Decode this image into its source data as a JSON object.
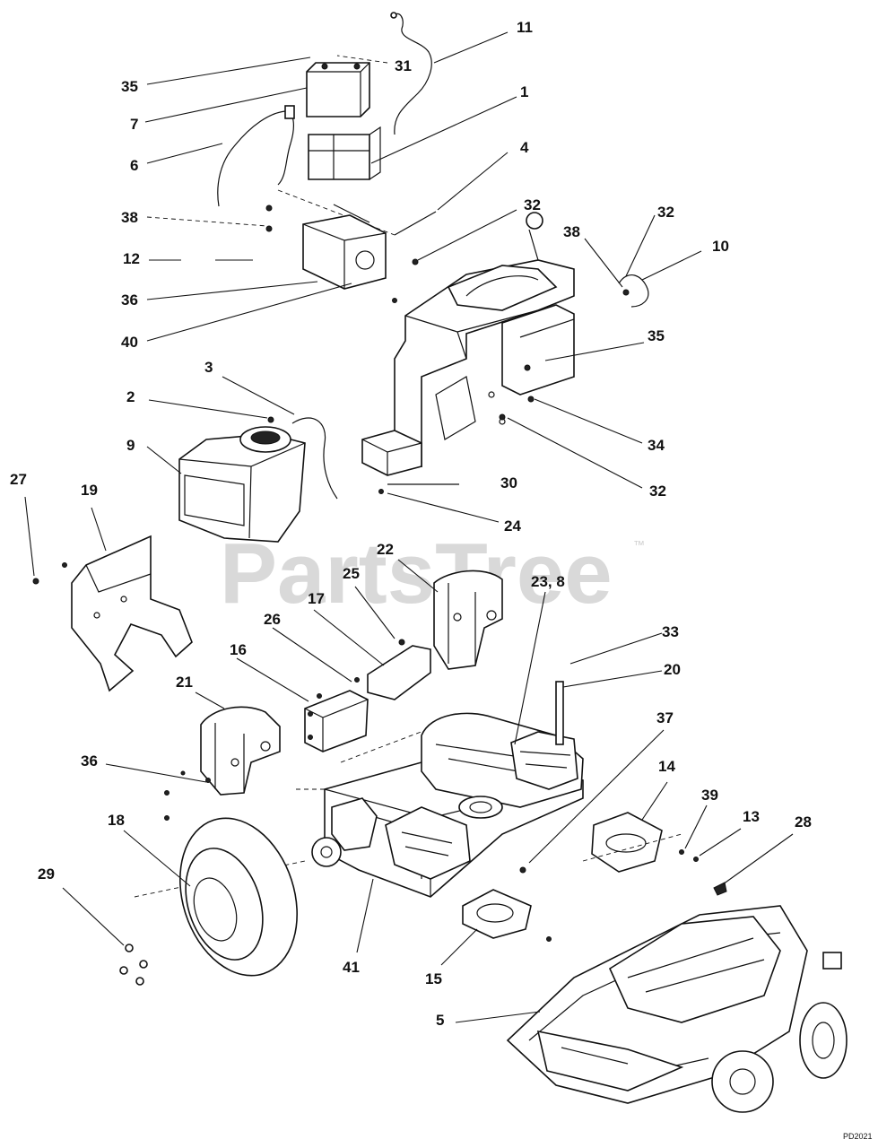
{
  "watermark": "PartsTree",
  "watermark_tm": "™",
  "drawing_code": "PD2021",
  "callouts": [
    {
      "id": "c11",
      "text": "11"
    },
    {
      "id": "c31",
      "text": "31"
    },
    {
      "id": "c35a",
      "text": "35"
    },
    {
      "id": "c1",
      "text": "1"
    },
    {
      "id": "c7",
      "text": "7"
    },
    {
      "id": "c6",
      "text": "6"
    },
    {
      "id": "c4",
      "text": "4"
    },
    {
      "id": "c38a",
      "text": "38"
    },
    {
      "id": "c32a",
      "text": "32"
    },
    {
      "id": "c32b",
      "text": "32"
    },
    {
      "id": "c12",
      "text": "12"
    },
    {
      "id": "c38b",
      "text": "38"
    },
    {
      "id": "c10",
      "text": "10"
    },
    {
      "id": "c36a",
      "text": "36"
    },
    {
      "id": "c40",
      "text": "40"
    },
    {
      "id": "c35b",
      "text": "35"
    },
    {
      "id": "c3",
      "text": "3"
    },
    {
      "id": "c2",
      "text": "2"
    },
    {
      "id": "c34",
      "text": "34"
    },
    {
      "id": "c9",
      "text": "9"
    },
    {
      "id": "c30",
      "text": "30"
    },
    {
      "id": "c32c",
      "text": "32"
    },
    {
      "id": "c27",
      "text": "27"
    },
    {
      "id": "c19",
      "text": "19"
    },
    {
      "id": "c24",
      "text": "24"
    },
    {
      "id": "c22",
      "text": "22"
    },
    {
      "id": "c23_8",
      "text": "23, 8"
    },
    {
      "id": "c25",
      "text": "25"
    },
    {
      "id": "c17",
      "text": "17"
    },
    {
      "id": "c26",
      "text": "26"
    },
    {
      "id": "c33",
      "text": "33"
    },
    {
      "id": "c16",
      "text": "16"
    },
    {
      "id": "c20",
      "text": "20"
    },
    {
      "id": "c21",
      "text": "21"
    },
    {
      "id": "c37",
      "text": "37"
    },
    {
      "id": "c36b",
      "text": "36"
    },
    {
      "id": "c14",
      "text": "14"
    },
    {
      "id": "c39",
      "text": "39"
    },
    {
      "id": "c18",
      "text": "18"
    },
    {
      "id": "c13",
      "text": "13"
    },
    {
      "id": "c28",
      "text": "28"
    },
    {
      "id": "c29",
      "text": "29"
    },
    {
      "id": "c41",
      "text": "41"
    },
    {
      "id": "c15",
      "text": "15"
    },
    {
      "id": "c5",
      "text": "5"
    }
  ]
}
